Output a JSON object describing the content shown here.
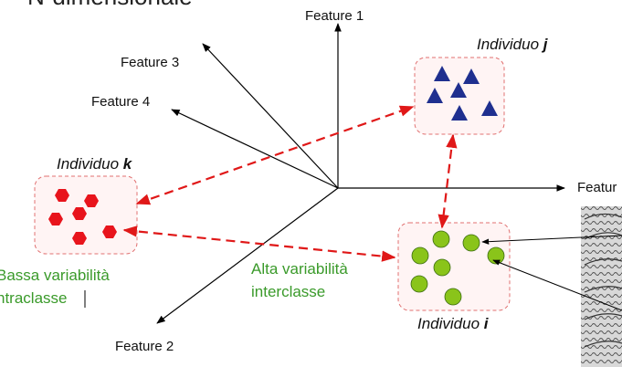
{
  "title": "N-dimensionale",
  "axes": {
    "feature1": "Feature 1",
    "feature2": "Feature 2",
    "feature3": "Feature 3",
    "feature4": "Feature 4",
    "feature5": "Featur"
  },
  "individuals": {
    "j": {
      "prefix": "Individuo ",
      "id": "j"
    },
    "k": {
      "prefix": "Individuo ",
      "id": "k"
    },
    "i": {
      "prefix": "Individuo ",
      "id": "i"
    }
  },
  "annotations": {
    "intra_line1": "Bassa variabilità",
    "intra_line2": "ntraclasse",
    "inter_line1": "Alta variabilità",
    "inter_line2": "interclasse"
  },
  "colors": {
    "triangle": "#1f2f8f",
    "hexagon": "#e8141c",
    "circle": "#8ac41a",
    "arrow": "#e01818",
    "box_border": "#e07070",
    "green_text": "#3a9a2a"
  },
  "icons": {
    "fingerprint": "fingerprint-image"
  }
}
